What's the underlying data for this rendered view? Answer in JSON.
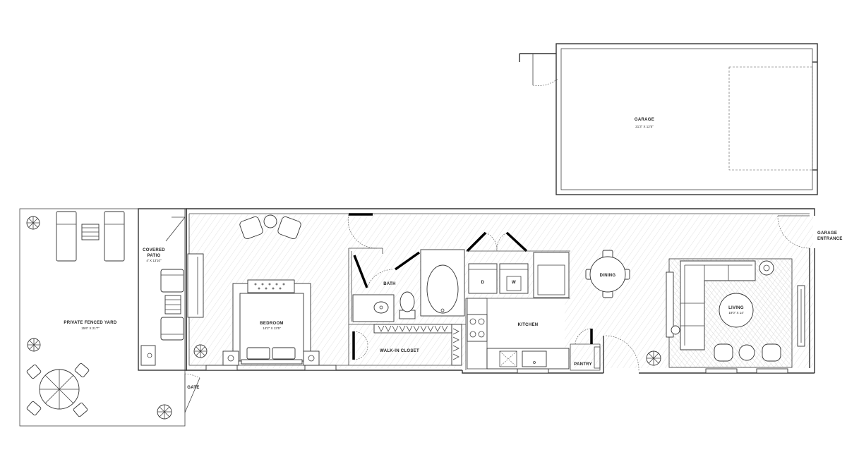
{
  "rooms": {
    "garage": {
      "name": "GARAGE",
      "dims": "21'3\" X 12'5\""
    },
    "garage_entrance": {
      "line1": "GARAGE",
      "line2": "ENTRANCE"
    },
    "covered_patio": {
      "line1": "COVERED",
      "line2": "PATIO",
      "dims": "4' X 13'10\""
    },
    "private_yard": {
      "name": "PRIVATE FENCED YARD",
      "dims": "15'6\" X 21'7\""
    },
    "gate": {
      "name": "GATE"
    },
    "bedroom": {
      "name": "BEDROOM",
      "dims": "14'2\" X 13'5\""
    },
    "bath": {
      "name": "BATH"
    },
    "walk_in_closet": {
      "name": "WALK-IN CLOSET"
    },
    "kitchen": {
      "name": "KITCHEN"
    },
    "pantry": {
      "name": "PANTRY"
    },
    "dining": {
      "name": "DINING"
    },
    "living": {
      "name": "LIVING",
      "dims": "19'0\" X 14'"
    }
  },
  "appliances": {
    "dryer": "D",
    "washer": "W"
  },
  "colors": {
    "wall": "#333333",
    "hatch": "#c8c8c8",
    "background": "#ffffff"
  }
}
